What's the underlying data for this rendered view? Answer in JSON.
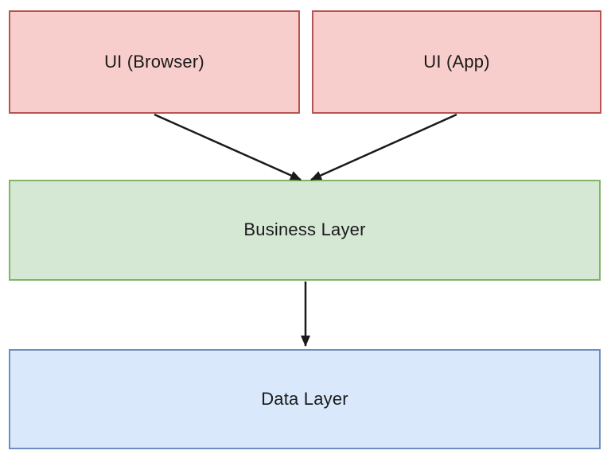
{
  "diagram": {
    "type": "layered-architecture-flowchart",
    "background": "#ffffff",
    "text_color": "#1a1a1a",
    "edge_color": "#1a1a1a",
    "nodes": [
      {
        "id": "ui-browser",
        "label": "UI (Browser)",
        "fill": "#f8cecc",
        "border": "#b85450",
        "row": "top"
      },
      {
        "id": "ui-app",
        "label": "UI (App)",
        "fill": "#f8cecc",
        "border": "#b85450",
        "row": "top"
      },
      {
        "id": "business-layer",
        "label": "Business Layer",
        "fill": "#d5e8d4",
        "border": "#82b366",
        "row": "middle"
      },
      {
        "id": "data-layer",
        "label": "Data Layer",
        "fill": "#dae8fc",
        "border": "#6c8ebf",
        "row": "bottom"
      }
    ],
    "edges": [
      {
        "from": "UI (Browser)",
        "to": "Business Layer",
        "style": "solid-arrow"
      },
      {
        "from": "UI (App)",
        "to": "Business Layer",
        "style": "solid-arrow"
      },
      {
        "from": "Business Layer",
        "to": "Data Layer",
        "style": "solid-arrow"
      }
    ]
  }
}
